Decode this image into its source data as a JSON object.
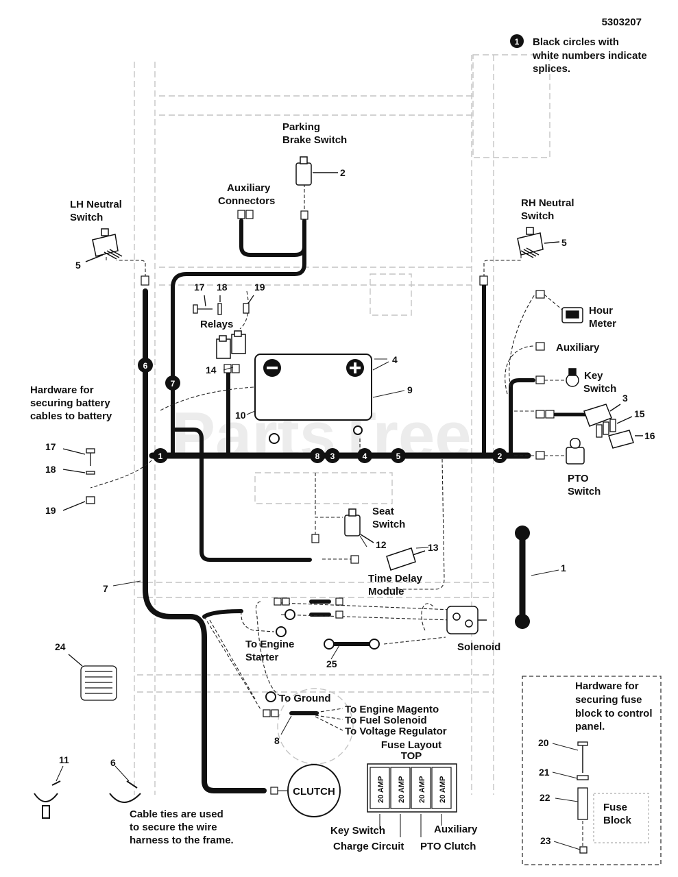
{
  "diagram_id": "5303207",
  "legend": {
    "marker": "1",
    "text_lines": [
      "Black circles with",
      "white numbers indicate",
      "splices."
    ]
  },
  "watermark": "PartsTree",
  "labels": {
    "parking_brake": [
      "Parking",
      "Brake Switch"
    ],
    "aux_connectors": [
      "Auxiliary",
      "Connectors"
    ],
    "lh_neutral": [
      "LH Neutral",
      "Switch"
    ],
    "rh_neutral": [
      "RH Neutral",
      "Switch"
    ],
    "relays": "Relays",
    "hour_meter": [
      "Hour",
      "Meter"
    ],
    "auxiliary": "Auxiliary",
    "key_switch": [
      "Key",
      "Switch"
    ],
    "pto_switch": [
      "PTO",
      "Switch"
    ],
    "hardware_battery": [
      "Hardware for",
      "securing battery",
      "cables to battery"
    ],
    "seat_switch": [
      "Seat",
      "Switch"
    ],
    "time_delay": [
      "Time Delay",
      "Module"
    ],
    "solenoid": "Solenoid",
    "engine_starter": [
      "To Engine",
      "Starter"
    ],
    "to_ground": "To Ground",
    "to_magneto": "To Engine Magento",
    "to_fuel": "To Fuel Solenoid",
    "to_voltage": "To Voltage Regulator",
    "clutch": "CLUTCH",
    "cable_ties": [
      "Cable ties are used",
      "to secure the wire",
      "harness to the frame."
    ],
    "fuse_layout": [
      "Fuse Layout",
      "TOP"
    ],
    "fuse_amp": "20 AMP",
    "fuse_key_switch": "Key Switch",
    "fuse_charge": "Charge Circuit",
    "fuse_pto": "PTO Clutch",
    "fuse_auxiliary": "Auxiliary",
    "hardware_fuse": [
      "Hardware for",
      "securing fuse",
      "block to control",
      "panel."
    ],
    "fuse_block": [
      "Fuse",
      "Block"
    ]
  },
  "part_numbers": {
    "p1": "1",
    "p2": "2",
    "p3": "3",
    "p4": "4",
    "p5a": "5",
    "p5b": "5",
    "p6": "6",
    "p7": "7",
    "p8": "8",
    "p9": "9",
    "p10": "10",
    "p11": "11",
    "p12": "12",
    "p13": "13",
    "p14": "14",
    "p15": "15",
    "p16": "16",
    "p17a": "17",
    "p17b": "17",
    "p18a": "18",
    "p18b": "18",
    "p19a": "19",
    "p19b": "19",
    "p20": "20",
    "p21": "21",
    "p22": "22",
    "p23": "23",
    "p24": "24",
    "p25": "25"
  },
  "splices": [
    "1",
    "2",
    "3",
    "4",
    "5",
    "6",
    "7",
    "8"
  ]
}
